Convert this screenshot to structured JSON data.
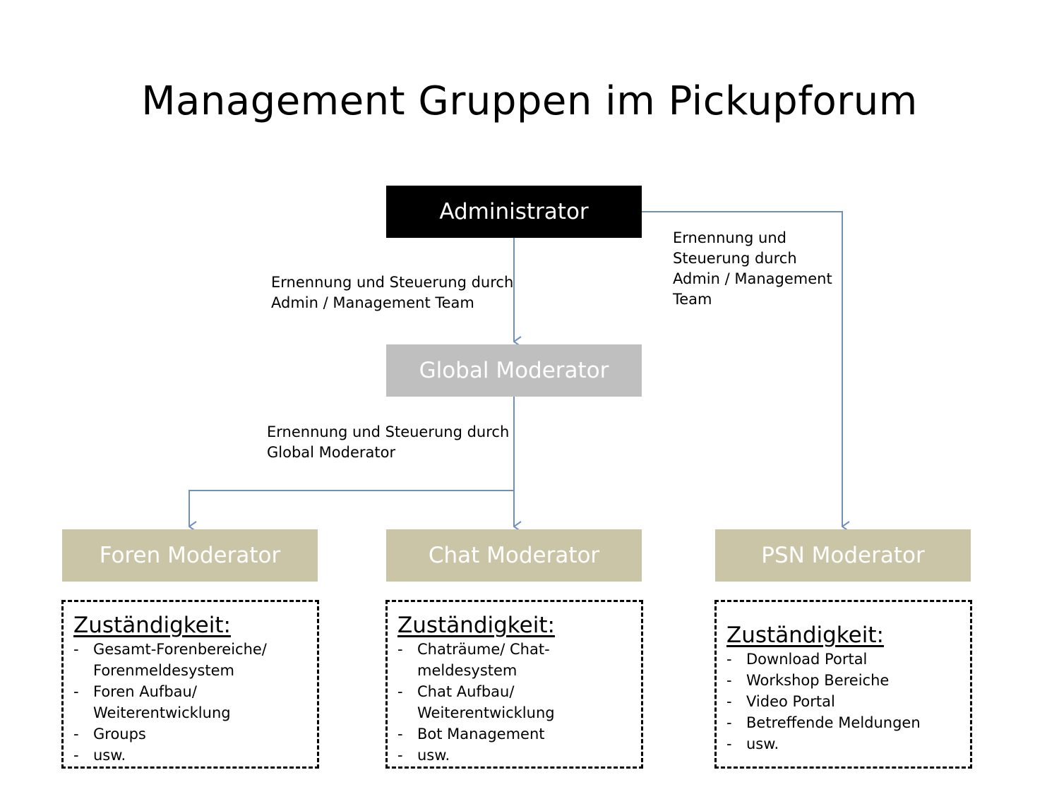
{
  "title": "Management Gruppen im Pickupforum",
  "colors": {
    "admin_fill": "#000000",
    "global_fill": "#bfbfbf",
    "moderator_fill": "#c9c5a6",
    "node_text": "#ffffff",
    "connector": "#6f8fbf"
  },
  "nodes": {
    "admin": "Administrator",
    "global": "Global Moderator",
    "foren": "Foren Moderator",
    "chat": "Chat Moderator",
    "psn": "PSN Moderator"
  },
  "edge_labels": {
    "admin_to_global": [
      "Ernennung und Steuerung durch",
      "Admin / Management Team"
    ],
    "admin_to_psn": [
      "Ernennung und",
      "Steuerung durch",
      "Admin / Management",
      "Team"
    ],
    "global_to_moderators": [
      "Ernennung und Steuerung durch",
      "Global Moderator"
    ]
  },
  "duties": {
    "foren": {
      "heading": "Zuständigkeit:",
      "items": [
        [
          "Gesamt-Forenbereiche/",
          "Forenmeldesystem"
        ],
        [
          "Foren Aufbau/",
          "Weiterentwicklung"
        ],
        [
          "Groups"
        ],
        [
          "usw."
        ]
      ]
    },
    "chat": {
      "heading": "Zuständigkeit:",
      "items": [
        [
          "Chaträume/ Chat-",
          "meldesystem"
        ],
        [
          "Chat Aufbau/",
          "Weiterentwicklung"
        ],
        [
          "Bot Management"
        ],
        [
          "usw."
        ]
      ]
    },
    "psn": {
      "heading": "Zuständigkeit:",
      "items": [
        [
          "Download Portal"
        ],
        [
          "Workshop Bereiche"
        ],
        [
          "Video Portal"
        ],
        [
          "Betreffende Meldungen"
        ],
        [
          "usw."
        ]
      ]
    }
  }
}
